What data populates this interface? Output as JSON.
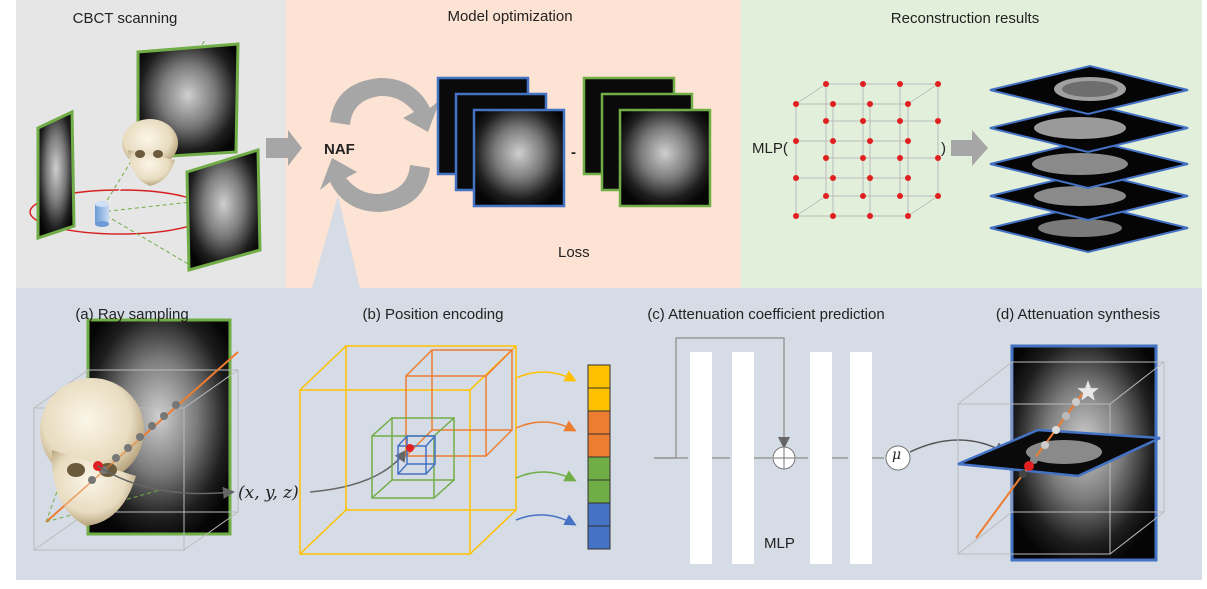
{
  "panels": {
    "top": {
      "cbct_title": "CBCT scanning",
      "model_title": "Model optimization",
      "recon_title": "Reconstruction results"
    },
    "bottom": {
      "ray_title": "(a) Ray sampling",
      "pos_title": "(b) Position encoding",
      "atten_title": "(c) Attenuation coefficient prediction",
      "synth_title": "(d) Attenuation synthesis"
    }
  },
  "labels": {
    "naf": "NAF",
    "minus": "-",
    "loss": "Loss",
    "mlp_open": "MLP(",
    "mlp_close": ")",
    "coord": "(x, y, z)",
    "mlp": "MLP",
    "mu": "μ"
  },
  "colors": {
    "cbct_bg": "#e6e6e6",
    "model_bg": "#fce3d3",
    "recon_bg": "#e2efda",
    "bottom_bg": "#d6dce5",
    "green_frame": "#70ad47",
    "blue_frame": "#4472c4",
    "yellow": "#ffc000",
    "orange": "#ed7d31",
    "green": "#70ad47",
    "blue": "#4472c4",
    "grid_red": "#e02020"
  },
  "icons": [
    "skull-icon",
    "xray-detector-icon",
    "xray-source-icon",
    "cycle-arrows-icon",
    "voxel-grid-icon",
    "ct-slice-icon",
    "sum-node-icon"
  ]
}
